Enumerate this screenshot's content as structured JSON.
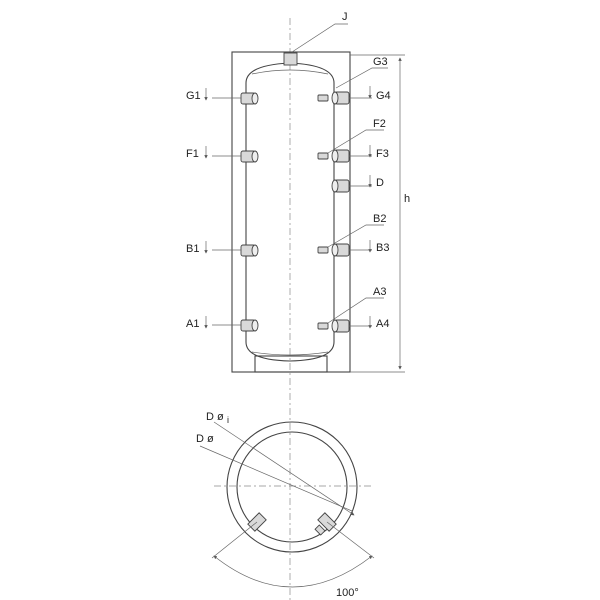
{
  "labels": {
    "J": "J",
    "G1": "G1",
    "G3": "G3",
    "G4": "G4",
    "F1": "F1",
    "F2": "F2",
    "F3": "F3",
    "D": "D",
    "B1": "B1",
    "B2": "B2",
    "B3": "B3",
    "A1": "A1",
    "A3": "A3",
    "A4": "A4",
    "h": "h",
    "inner_diameter": "D ø",
    "inner_diameter_sub": "i",
    "outer_diameter": "D ø",
    "angle": "100°"
  }
}
